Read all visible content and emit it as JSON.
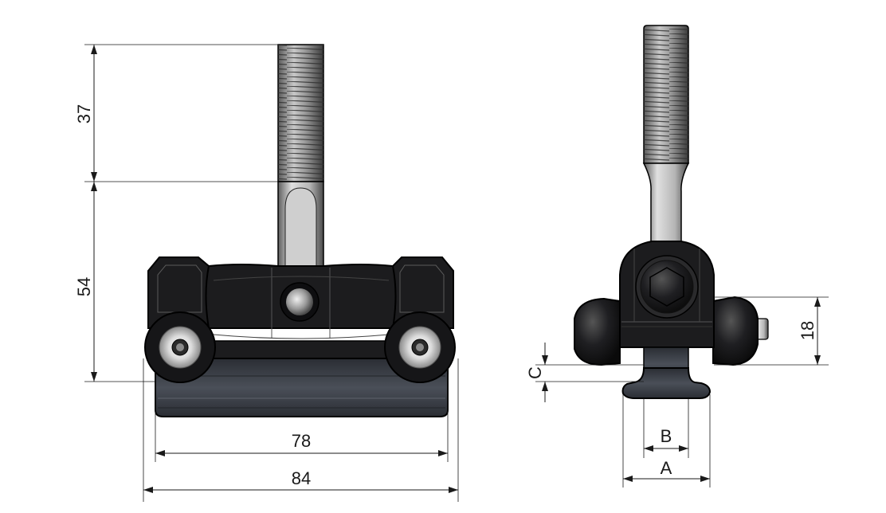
{
  "drawing": {
    "front_view": {
      "dimensions": {
        "top_height": "37",
        "mid_height": "54",
        "inner_width": "78",
        "outer_width": "84"
      }
    },
    "side_view": {
      "dimensions": {
        "right_height": "18",
        "c_label": "C",
        "b_label": "B",
        "a_label": "A"
      }
    },
    "colors": {
      "part_dark": "#1c1c1e",
      "rail": "#3c4047",
      "steel_light": "#d9d9d9",
      "steel_mid": "#9a9a9a",
      "line": "#1a1a1a"
    }
  }
}
